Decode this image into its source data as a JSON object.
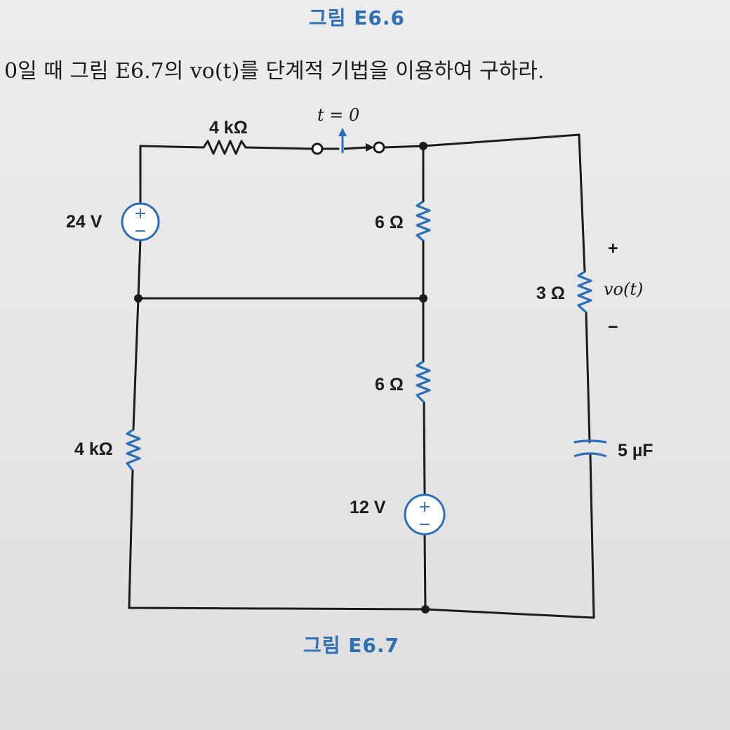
{
  "caption_top": "그림 E6.6",
  "caption_bottom": "그림 E6.7",
  "problem_text": "0일 때 그림 E6.7의 vo(t)를 단계적 기법을 이용하여 구하라.",
  "components": {
    "r_top_label": "4 kΩ",
    "switch_label": "t = 0",
    "v24_label": "24 V",
    "r6_upper_label": "6 Ω",
    "r6_lower_label": "6 Ω",
    "r4_left_label": "4 kΩ",
    "v12_label": "12 V",
    "r3_label": "3 Ω",
    "vo_label": "vo(t)",
    "vo_plus": "+",
    "vo_minus": "−",
    "cap_label": "5 µF",
    "src_plus": "+",
    "src_minus": "−"
  }
}
